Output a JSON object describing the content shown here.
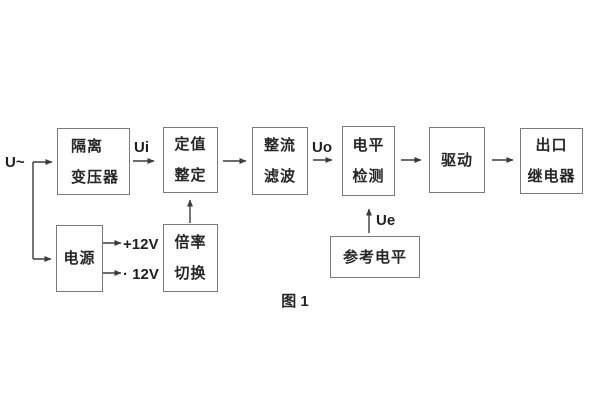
{
  "figure": {
    "caption": "图 1",
    "colors": {
      "background": "#ffffff",
      "line": "#3b3b3b",
      "box_border": "#7a7a7a",
      "text": "#262626"
    }
  },
  "labels": {
    "input": "U~",
    "ui": "Ui",
    "uo": "Uo",
    "ue": "Ue",
    "plus_12v": "+12V",
    "minus_12v": "· 12V"
  },
  "blocks": {
    "isolation_transformer": {
      "lines": [
        "隔离",
        "变压器"
      ]
    },
    "setting_adjust": {
      "lines": [
        "定值",
        "整定"
      ]
    },
    "rectifier_filter": {
      "lines": [
        "整流",
        "滤波"
      ]
    },
    "level_detect": {
      "lines": [
        "电平",
        "检测"
      ]
    },
    "drive": {
      "lines": [
        "驱动"
      ]
    },
    "output_relay": {
      "lines": [
        "出口",
        "继电器"
      ]
    },
    "power_supply": {
      "lines": [
        "电源"
      ]
    },
    "ratio_switch": {
      "lines": [
        "倍率",
        "切换"
      ]
    },
    "reference_level": {
      "lines": [
        "参考电平"
      ]
    }
  }
}
